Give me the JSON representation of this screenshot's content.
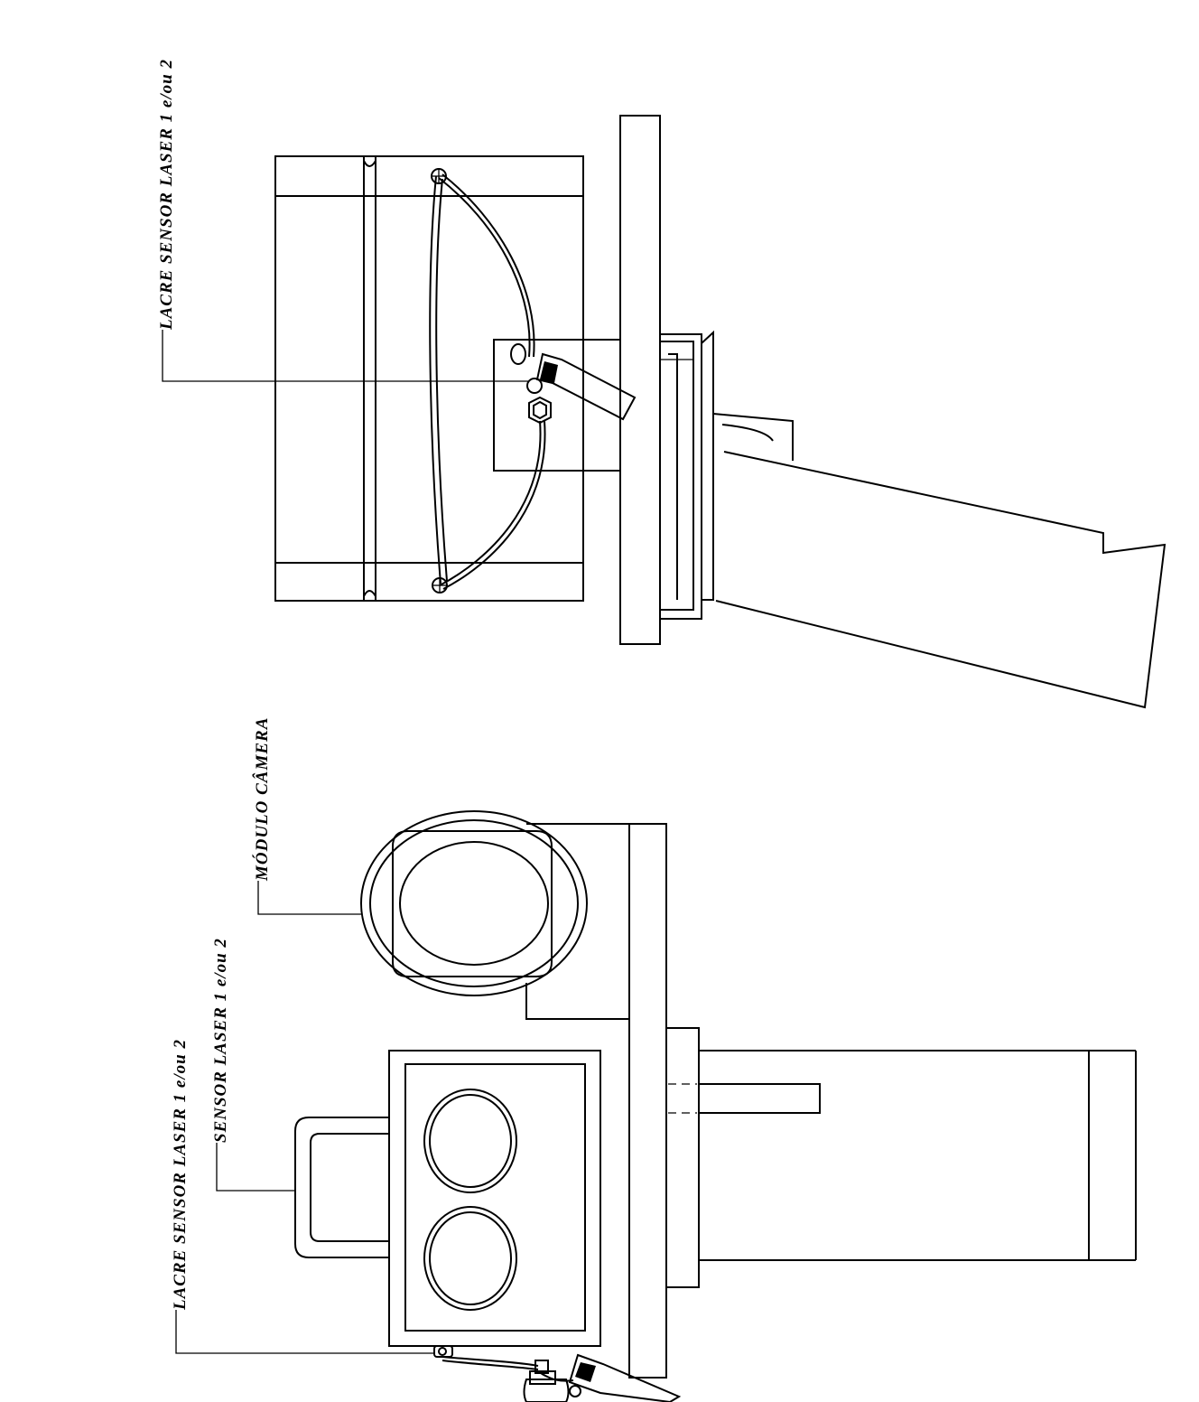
{
  "labels": {
    "top_right": "LACRE SENSOR LASER 1 e/ou 2",
    "camera": "MÓDULO CÂMERA",
    "sensor": "SENSOR LASER 1 e/ou 2",
    "seal_left": "LACRE SENSOR LASER 1 e/ou 2"
  }
}
